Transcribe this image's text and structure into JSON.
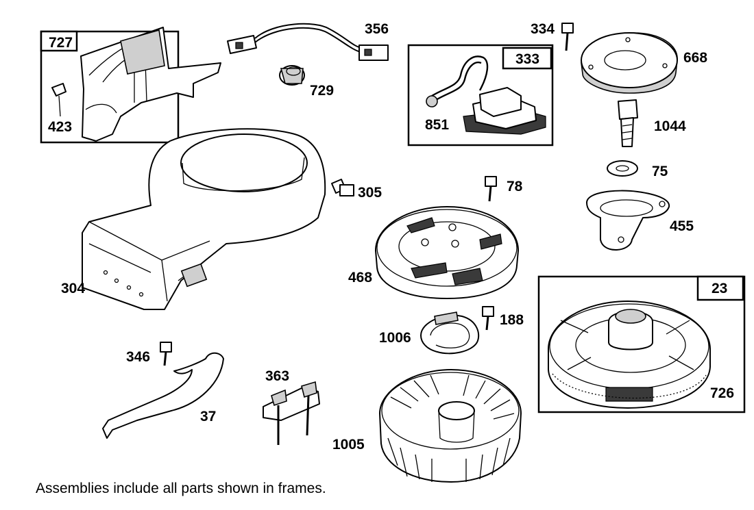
{
  "parts": [
    {
      "id": "p727",
      "number": "727"
    },
    {
      "id": "p423",
      "number": "423"
    },
    {
      "id": "p356",
      "number": "356"
    },
    {
      "id": "p729",
      "number": "729"
    },
    {
      "id": "p334",
      "number": "334"
    },
    {
      "id": "p668",
      "number": "668"
    },
    {
      "id": "p333",
      "number": "333"
    },
    {
      "id": "p851",
      "number": "851"
    },
    {
      "id": "p1044",
      "number": "1044"
    },
    {
      "id": "p75",
      "number": "75"
    },
    {
      "id": "p305",
      "number": "305"
    },
    {
      "id": "p78",
      "number": "78"
    },
    {
      "id": "p455",
      "number": "455"
    },
    {
      "id": "p304",
      "number": "304"
    },
    {
      "id": "p468",
      "number": "468"
    },
    {
      "id": "p23",
      "number": "23"
    },
    {
      "id": "p188",
      "number": "188"
    },
    {
      "id": "p1006",
      "number": "1006"
    },
    {
      "id": "p346",
      "number": "346"
    },
    {
      "id": "p363",
      "number": "363"
    },
    {
      "id": "p37",
      "number": "37"
    },
    {
      "id": "p726",
      "number": "726"
    },
    {
      "id": "p1005",
      "number": "1005"
    }
  ],
  "footnote": "Assemblies include all parts shown in frames."
}
